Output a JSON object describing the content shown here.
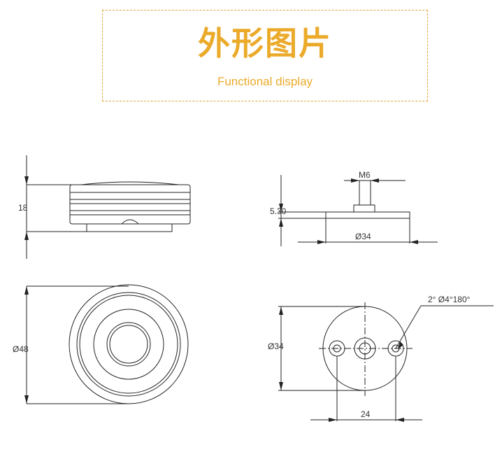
{
  "header": {
    "title": "外形图片",
    "subtitle": "Functional display"
  },
  "dimensions": {
    "side_height": "18",
    "thread": "M6",
    "stud_height": "5.30",
    "base_diameter": "Ø34",
    "top_diameter": "Ø48",
    "bottom_diameter": "Ø34",
    "hole_spacing": "24",
    "hole_spec": "2° Ø4°180°"
  },
  "colors": {
    "accent": "#ebaa2a",
    "line": "#222222"
  }
}
